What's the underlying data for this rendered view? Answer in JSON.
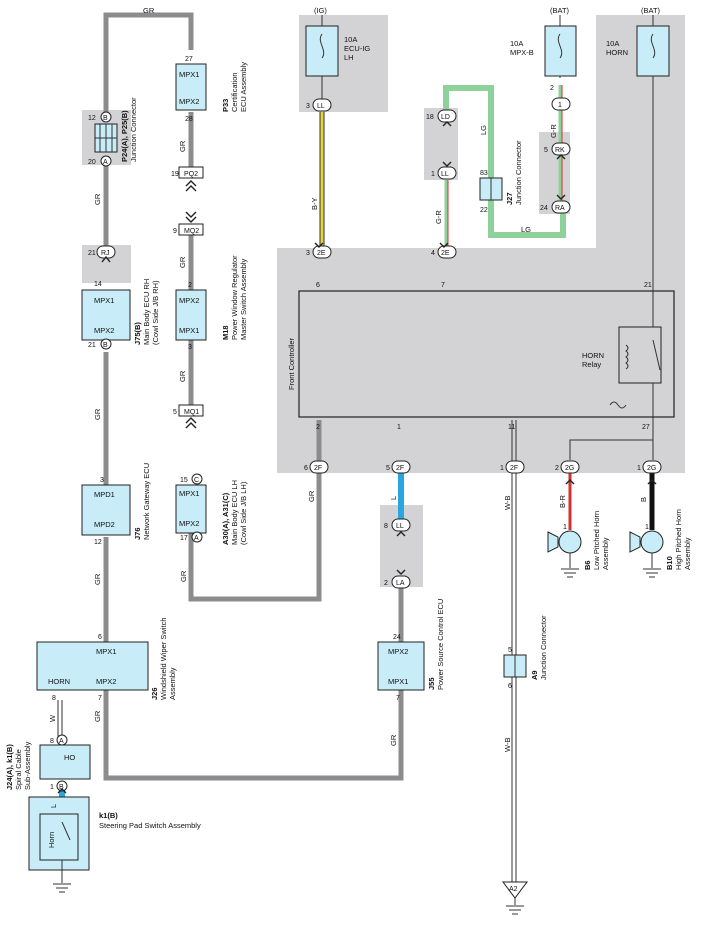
{
  "supply": {
    "ig": "(IG)",
    "bat1": "(BAT)",
    "bat2": "(BAT)",
    "fuse_ecu_amp": "10A",
    "fuse_ecu_name1": "ECU-IG",
    "fuse_ecu_name2": "LH",
    "fuse_mpxb_amp": "10A",
    "fuse_mpxb_name": "MPX-B",
    "fuse_horn_amp": "10A",
    "fuse_horn_name": "HORN"
  },
  "components": {
    "p33": {
      "code": "P33",
      "name1": "Certification",
      "name2": "ECU Assembly",
      "port1": "MPX1",
      "port2": "MPX2",
      "pin_top": "27",
      "pin_bottom": "28"
    },
    "p24": {
      "code": "P24(A), P25(B)",
      "name": "Junction Connector",
      "pin_top": "12",
      "pin_bottom": "20",
      "label_top": "B",
      "label_bottom": "A"
    },
    "j75": {
      "code": "J75(B)",
      "name1": "Main Body ECU RH",
      "name2": "(Cowl Side J/B RH)",
      "port1": "MPX1",
      "port2": "MPX2",
      "pin_top": "14",
      "pin_bottom": "21",
      "label_bottom": "B",
      "conn_pin": "21",
      "conn_label": "RJ"
    },
    "m18": {
      "code": "M18",
      "name1": "Power Window Regulator",
      "name2": "Master Switch Assembly",
      "port1": "MPX2",
      "port2": "MPX1",
      "pin_top": "2",
      "pin_bottom": "3"
    },
    "pq2": {
      "pin": "19",
      "label": "PQ2"
    },
    "mq2": {
      "pin": "9",
      "label": "MQ2"
    },
    "mq1": {
      "pin": "5",
      "label": "MQ1"
    },
    "j76": {
      "code": "J76",
      "name": "Network Gateway ECU",
      "port1": "MPD1",
      "port2": "MPD2",
      "pin_top": "3",
      "pin_bottom": "12"
    },
    "a30": {
      "code": "A30(A), A31(C)",
      "name1": "Main Body ECU LH",
      "name2": "(Cowl Side J/B LH)",
      "port1": "MPX1",
      "port2": "MPX2",
      "pin_top": "15",
      "pin_bottom": "17",
      "label_top": "C",
      "label_bottom": "A"
    },
    "j26": {
      "code": "J26",
      "name1": "Windshield Wiper Switch",
      "name2": "Assembly",
      "port1": "MPX1",
      "port2": "MPX2",
      "port3": "HORN",
      "pin_top": "6",
      "pin_horn": "8",
      "pin_mpx2": "7"
    },
    "j24": {
      "code": "J24(A), k1(B)",
      "name1": "Spiral Cable",
      "name2": "Sub-Assembly",
      "port": "HO",
      "pin_top": "8",
      "label_top": "A",
      "pin_bottom": "1",
      "label_bottom": "B"
    },
    "k1": {
      "code": "k1(B)",
      "name": "Steering Pad Switch Assembly",
      "sw": "Horn"
    },
    "front": {
      "name": "Front Controller",
      "relay1": "HORN",
      "relay2": "Relay",
      "top_pins": [
        "6",
        "7",
        "21"
      ],
      "bottom_pins": [
        "2",
        "1",
        "11",
        "27"
      ],
      "conn_2e_a_pin": "3",
      "conn_2e_b_pin": "4",
      "conn_2e": "2E",
      "conn_2f_pins": [
        "6",
        "5",
        "1"
      ],
      "conn_2f": "2F",
      "conn_2g_pins": [
        "2",
        "1"
      ],
      "conn_2g": "2G"
    },
    "ll": {
      "pin": "3",
      "label": "LL"
    },
    "ld": {
      "pin": "18",
      "label": "LD"
    },
    "ll2": {
      "pin": "1",
      "label": "LL"
    },
    "j27": {
      "code": "J27",
      "name": "Junction Connector",
      "pin_top": "83",
      "pin_bottom": "22"
    },
    "bat_conn1": {
      "pin": "2",
      "label": "1"
    },
    "rk": {
      "pin": "5",
      "label": "RK"
    },
    "ra": {
      "pin": "24",
      "label": "RA"
    },
    "ll3": {
      "pin": "8",
      "label": "LL"
    },
    "la": {
      "pin": "2",
      "label": "LA"
    },
    "j55": {
      "code": "J55",
      "name": "Power Source Control ECU",
      "port1": "MPX2",
      "port2": "MPX1",
      "pin_top": "24",
      "pin_bottom": "7"
    },
    "a9": {
      "code": "A9",
      "name": "Junction Connector",
      "pin_top": "5",
      "pin_bottom": "6"
    },
    "a2": {
      "label": "A2"
    },
    "b6": {
      "code": "B6",
      "name1": "Low Pitched Horn",
      "name2": "Assembly",
      "pin": "1"
    },
    "b10": {
      "code": "B10",
      "name1": "High Pitched Horn",
      "name2": "Assembly",
      "pin": "1"
    }
  },
  "wires": {
    "gr": "GR",
    "by": "B-Y",
    "lg": "LG",
    "gr2": "G-R",
    "w": "W",
    "l": "L",
    "wb": "W-B",
    "br": "B-R",
    "b": "B"
  },
  "colors": {
    "component_fill": "#c8ecf8",
    "shade": "#d3d3d5",
    "wire_gray": "#8c8c8e",
    "wire_blue": "#29a6e0",
    "wire_green": "#8ed19b",
    "wire_yellow": "#e8d23a",
    "wire_red": "#d2312c"
  }
}
